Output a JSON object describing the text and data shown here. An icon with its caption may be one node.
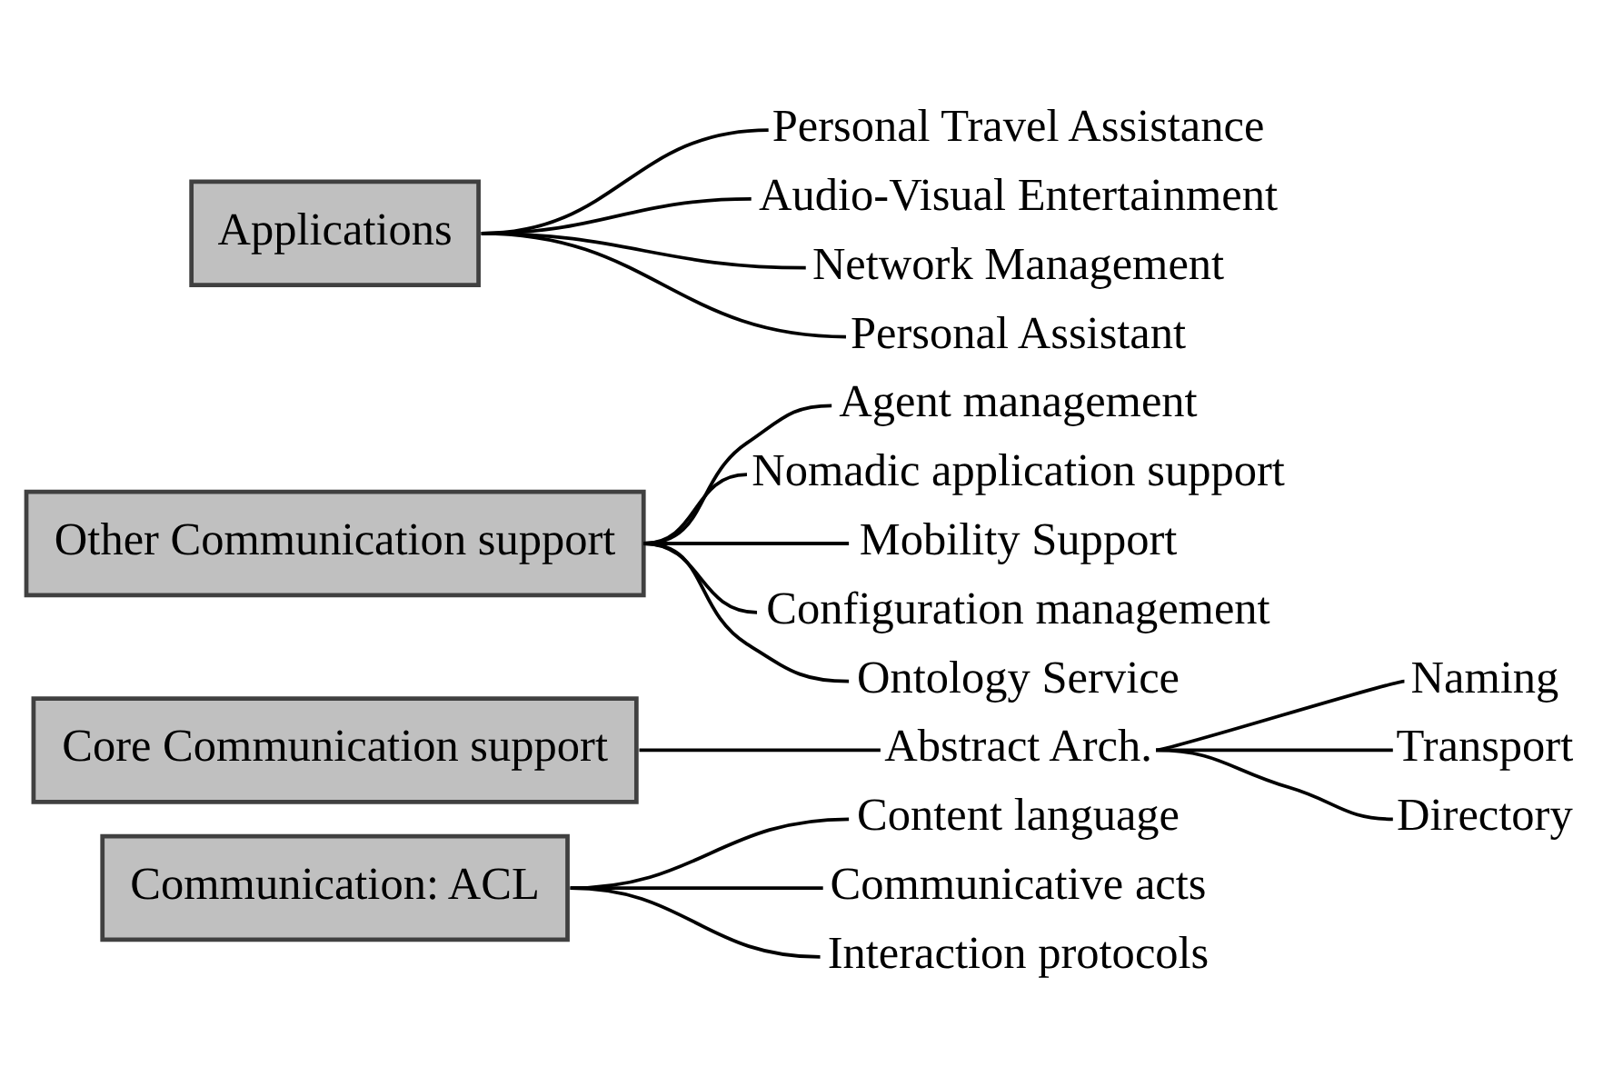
{
  "diagram": {
    "nodes": [
      {
        "text": [
          "Communication: ACL"
        ]
      },
      {
        "text": [
          "Content language"
        ]
      },
      {
        "text": [
          "Communicative acts"
        ]
      },
      {
        "text": [
          "Interaction protocols"
        ]
      },
      {
        "text": [
          "Core Communication support"
        ]
      },
      {
        "text": [
          "Abstract Arch."
        ]
      },
      {
        "text": [
          "Naming"
        ]
      },
      {
        "text": [
          "Transport"
        ]
      },
      {
        "text": [
          "Directory"
        ]
      },
      {
        "text": [
          "Other Communication support"
        ]
      },
      {
        "text": [
          "Agent management"
        ]
      },
      {
        "text": [
          "Nomadic application support"
        ]
      },
      {
        "text": [
          "Mobility Support"
        ]
      },
      {
        "text": [
          "Configuration management"
        ]
      },
      {
        "text": [
          "Ontology Service"
        ]
      },
      {
        "text": [
          "Applications"
        ]
      },
      {
        "text": [
          "Personal Travel Assistance"
        ]
      },
      {
        "text": [
          "Audio-Visual Entertainment"
        ]
      },
      {
        "text": [
          "Network Management"
        ]
      },
      {
        "text": [
          "Personal Assistant"
        ]
      }
    ],
    "edges": [
      {
        "from": 0,
        "to": 1,
        "arrow": "none"
      },
      {
        "from": 0,
        "to": 2,
        "arrow": "none"
      },
      {
        "from": 0,
        "to": 3,
        "arrow": "none"
      },
      {
        "from": 4,
        "to": 5,
        "arrow": "none"
      },
      {
        "from": 5,
        "to": 6,
        "arrow": "none"
      },
      {
        "from": 5,
        "to": 7,
        "arrow": "none"
      },
      {
        "from": 5,
        "to": 8,
        "arrow": "none"
      },
      {
        "from": 9,
        "to": 10,
        "arrow": "none"
      },
      {
        "from": 9,
        "to": 11,
        "arrow": "none"
      },
      {
        "from": 9,
        "to": 12,
        "arrow": "none"
      },
      {
        "from": 9,
        "to": 13,
        "arrow": "none"
      },
      {
        "from": 9,
        "to": 14,
        "arrow": "none"
      },
      {
        "from": 15,
        "to": 16,
        "arrow": "none"
      },
      {
        "from": 15,
        "to": 17,
        "arrow": "none"
      },
      {
        "from": 15,
        "to": 18,
        "arrow": "none"
      },
      {
        "from": 15,
        "to": 19,
        "arrow": "none"
      }
    ]
  }
}
